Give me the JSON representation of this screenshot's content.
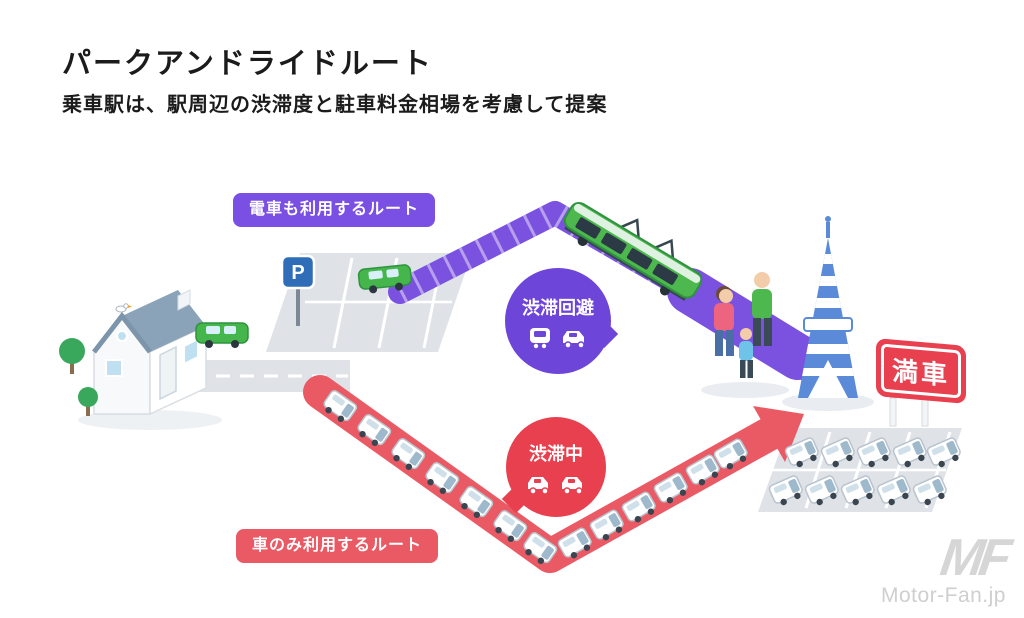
{
  "header": {
    "title": "パークアンドライドルート",
    "subtitle": "乗車駅は、駅周辺の渋滞度と駐車料金相場を考慮して提案"
  },
  "routes": {
    "train_route_label": "電車も利用するルート",
    "car_route_label": "車のみ利用するルート"
  },
  "badges": {
    "avoid": "渋滞回避",
    "congested": "渋滞中"
  },
  "signs": {
    "parking": "P",
    "full": "満車"
  },
  "watermark": {
    "logo": "MF",
    "text": "Motor-Fan.jp"
  },
  "colors": {
    "route_purple": "#7b52e0",
    "route_red": "#ea5a64",
    "badge_purple": "#6e45d9",
    "badge_red": "#e8404f",
    "train_green": "#4db84e",
    "tower_blue": "#5b8bd8",
    "road_gray": "#dfe3e8"
  }
}
